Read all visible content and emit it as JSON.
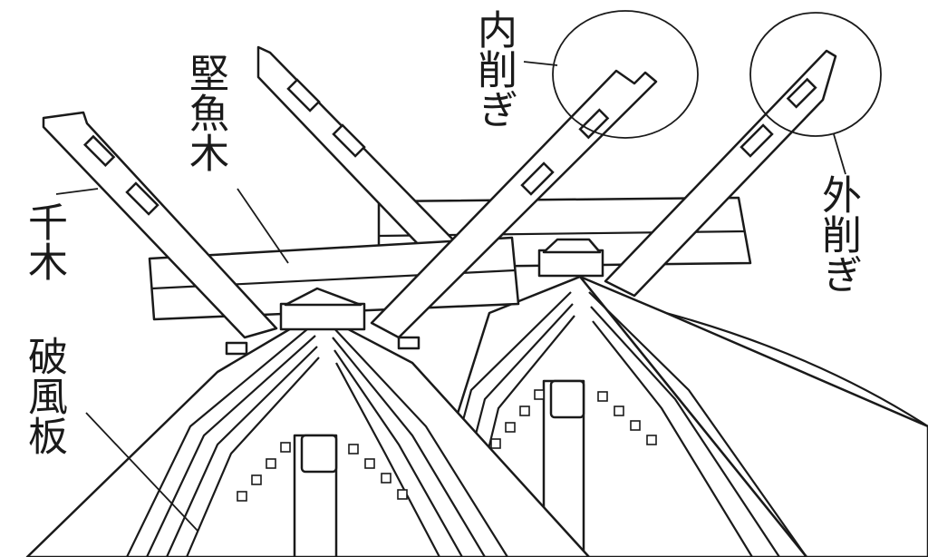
{
  "labels": {
    "chigi": "千木",
    "katsuogi": "堅魚木",
    "hafuita": "破風板",
    "uchisogi": "内削ぎ",
    "sotosogi": "外削ぎ"
  },
  "colors": {
    "ink": "#1a1a1a",
    "paper": "#ffffff"
  }
}
